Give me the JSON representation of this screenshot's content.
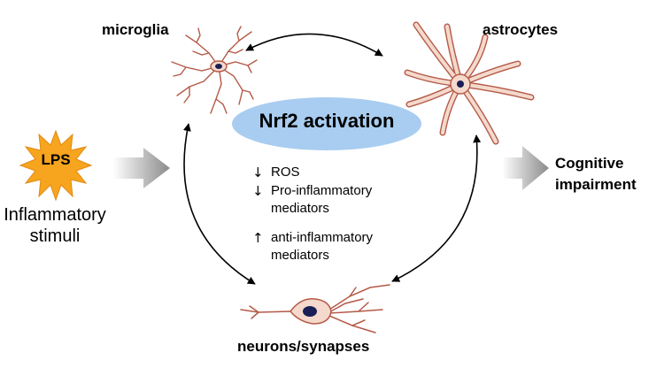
{
  "nodes": {
    "microglia": "microglia",
    "astrocytes": "astrocytes",
    "neurons": "neurons/synapses"
  },
  "center": {
    "title": "Nrf2 activation",
    "effects": [
      {
        "arrow": "↓",
        "text": "ROS"
      },
      {
        "arrow": "↓",
        "text": "Pro-inflammatory mediators"
      },
      {
        "arrow": "↑",
        "text": "anti-inflammatory mediators"
      }
    ]
  },
  "input": {
    "badge": "LPS",
    "label": "Inflammatory stimuli"
  },
  "output": {
    "label": "Cognitive impairment"
  },
  "colors": {
    "cell_fill": "#f4d9cc",
    "cell_stroke": "#b45a48",
    "nucleus": "#1a1f55",
    "ellipse_fill": "#a9cdf0",
    "burst_fill": "#f7a41f",
    "arrow_gray": "#9e9e9e"
  }
}
